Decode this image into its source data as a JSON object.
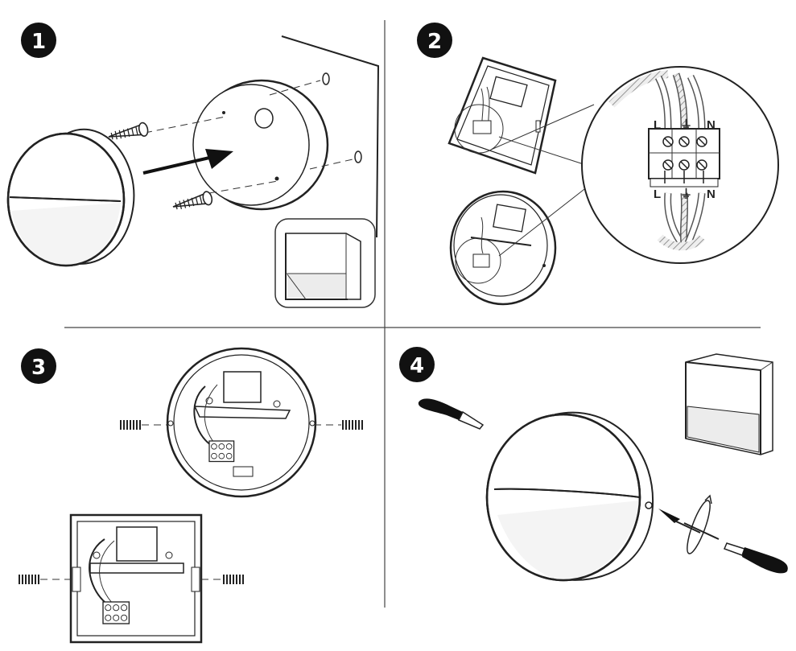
{
  "steps": [
    {
      "number": "1"
    },
    {
      "number": "2"
    },
    {
      "number": "3"
    },
    {
      "number": "4"
    }
  ],
  "wiring": {
    "top_labels": [
      "L",
      "⏚",
      "N"
    ],
    "bottom_labels": [
      "L",
      "⏚",
      "N"
    ]
  }
}
